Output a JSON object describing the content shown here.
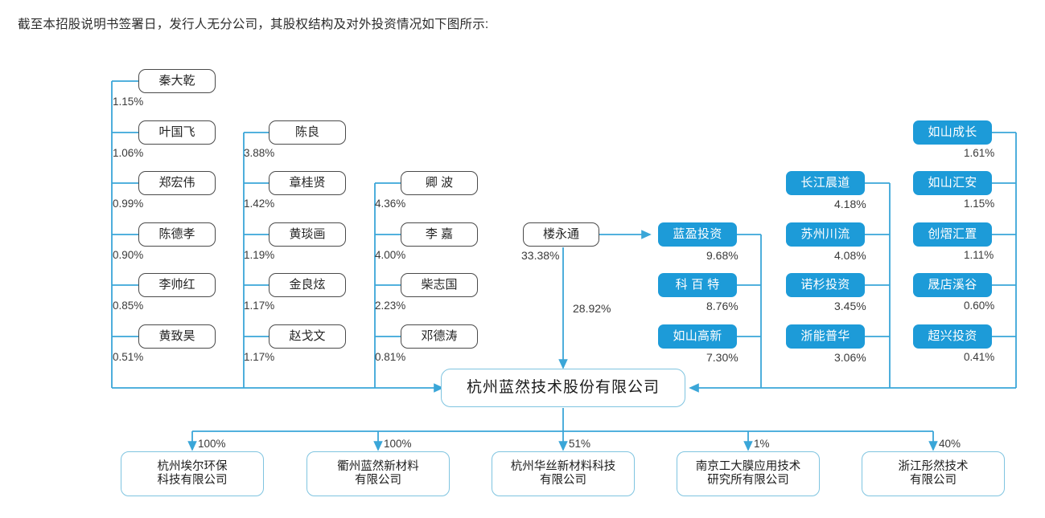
{
  "intro": {
    "text": "截至本招股说明书签署日，发行人无分公司，其股权结构及对外投资情况如下图所示:"
  },
  "colors": {
    "institution_fill": "#1d9bd8",
    "connector": "#3aa6d8",
    "person_border": "#4a4a4a",
    "company_border": "#7fc4e0"
  },
  "chart_data": {
    "type": "diagram",
    "title": "杭州蓝然技术股份有限公司 股权结构及对外投资情况",
    "center": {
      "name": "杭州蓝然技术股份有限公司"
    },
    "controlling_shareholder": {
      "name": "楼永通",
      "direct_pct": "28.92%",
      "pct_to_lanying": "33.38%"
    },
    "shareholder_columns": [
      {
        "kind": "person",
        "items": [
          {
            "name": "秦大乾",
            "pct": "1.15%"
          },
          {
            "name": "叶国飞",
            "pct": "1.06%"
          },
          {
            "name": "郑宏伟",
            "pct": "0.99%"
          },
          {
            "name": "陈德孝",
            "pct": "0.90%"
          },
          {
            "name": "李帅红",
            "pct": "0.85%"
          },
          {
            "name": "黄致昊",
            "pct": "0.51%"
          }
        ]
      },
      {
        "kind": "person",
        "items": [
          {
            "name": "陈良",
            "pct": "3.88%"
          },
          {
            "name": "章桂贤",
            "pct": "1.42%"
          },
          {
            "name": "黄琰画",
            "pct": "1.19%"
          },
          {
            "name": "金良炫",
            "pct": "1.17%"
          },
          {
            "name": "赵戈文",
            "pct": "1.17%"
          }
        ]
      },
      {
        "kind": "person",
        "items": [
          {
            "name": "卿 波",
            "pct": "4.36%"
          },
          {
            "name": "李 嘉",
            "pct": "4.00%"
          },
          {
            "name": "柴志国",
            "pct": "2.23%"
          },
          {
            "name": "邓德涛",
            "pct": "0.81%"
          }
        ]
      },
      {
        "kind": "institution",
        "items": [
          {
            "name": "蓝盈投资",
            "pct": "9.68%"
          },
          {
            "name": "科 百 特",
            "pct": "8.76%"
          },
          {
            "name": "如山高新",
            "pct": "7.30%"
          }
        ]
      },
      {
        "kind": "institution",
        "items": [
          {
            "name": "长江晨道",
            "pct": "4.18%"
          },
          {
            "name": "苏州川流",
            "pct": "4.08%"
          },
          {
            "name": "诺杉投资",
            "pct": "3.45%"
          },
          {
            "name": "浙能普华",
            "pct": "3.06%"
          }
        ]
      },
      {
        "kind": "institution",
        "items": [
          {
            "name": "如山成长",
            "pct": "1.61%"
          },
          {
            "name": "如山汇安",
            "pct": "1.15%"
          },
          {
            "name": "创熠汇置",
            "pct": "1.11%"
          },
          {
            "name": "晟店溪谷",
            "pct": "0.60%"
          },
          {
            "name": "超兴投资",
            "pct": "0.41%"
          }
        ]
      }
    ],
    "subsidiaries": [
      {
        "name": "杭州埃尔环保\n科技有限公司",
        "pct": "100%"
      },
      {
        "name": "衢州蓝然新材料\n有限公司",
        "pct": "100%"
      },
      {
        "name": "杭州华丝新材料科技\n有限公司",
        "pct": "51%"
      },
      {
        "name": "南京工大膜应用技术\n研究所有限公司",
        "pct": "1%"
      },
      {
        "name": "浙江彤然技术\n有限公司",
        "pct": "40%"
      }
    ]
  }
}
